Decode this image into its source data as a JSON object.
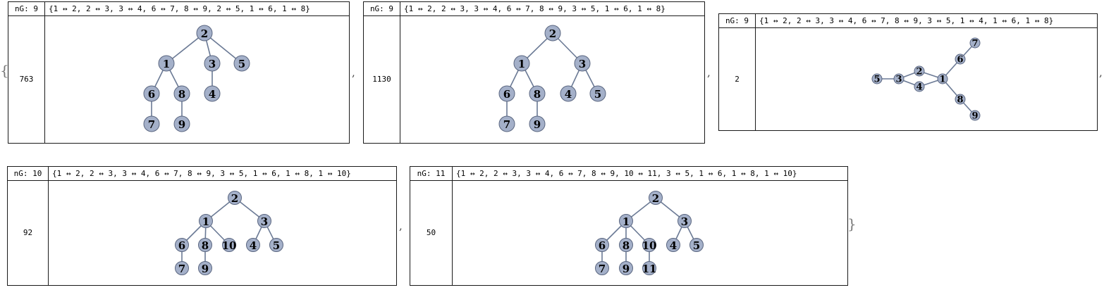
{
  "braces": {
    "open": "{",
    "close": "}"
  },
  "separator": ",",
  "cards": [
    {
      "ng_label": "nG: 9",
      "edges_text": "{1 ↔ 2, 2 ↔ 3, 3 ↔ 4, 6 ↔ 7, 8 ↔ 9, 2 ↔ 5, 1 ↔ 6, 1 ↔ 8}",
      "count": "763",
      "nodes": [
        "1",
        "2",
        "3",
        "4",
        "5",
        "6",
        "7",
        "8",
        "9"
      ],
      "edges": [
        [
          "1",
          "2"
        ],
        [
          "2",
          "3"
        ],
        [
          "3",
          "4"
        ],
        [
          "6",
          "7"
        ],
        [
          "8",
          "9"
        ],
        [
          "2",
          "5"
        ],
        [
          "1",
          "6"
        ],
        [
          "1",
          "8"
        ]
      ]
    },
    {
      "ng_label": "nG: 9",
      "edges_text": "{1 ↔ 2, 2 ↔ 3, 3 ↔ 4, 6 ↔ 7, 8 ↔ 9, 3 ↔ 5, 1 ↔ 6, 1 ↔ 8}",
      "count": "1130",
      "nodes": [
        "1",
        "2",
        "3",
        "4",
        "5",
        "6",
        "7",
        "8",
        "9"
      ],
      "edges": [
        [
          "1",
          "2"
        ],
        [
          "2",
          "3"
        ],
        [
          "3",
          "4"
        ],
        [
          "6",
          "7"
        ],
        [
          "8",
          "9"
        ],
        [
          "3",
          "5"
        ],
        [
          "1",
          "6"
        ],
        [
          "1",
          "8"
        ]
      ]
    },
    {
      "ng_label": "nG: 9",
      "edges_text": "{1 ↔ 2, 2 ↔ 3, 3 ↔ 4, 6 ↔ 7, 8 ↔ 9, 3 ↔ 5, 1 ↔ 4, 1 ↔ 6, 1 ↔ 8}",
      "count": "2",
      "nodes": [
        "1",
        "2",
        "3",
        "4",
        "5",
        "6",
        "7",
        "8",
        "9"
      ],
      "edges": [
        [
          "1",
          "2"
        ],
        [
          "2",
          "3"
        ],
        [
          "3",
          "4"
        ],
        [
          "6",
          "7"
        ],
        [
          "8",
          "9"
        ],
        [
          "3",
          "5"
        ],
        [
          "1",
          "4"
        ],
        [
          "1",
          "6"
        ],
        [
          "1",
          "8"
        ]
      ]
    },
    {
      "ng_label": "nG: 10",
      "edges_text": "{1 ↔ 2, 2 ↔ 3, 3 ↔ 4, 6 ↔ 7, 8 ↔ 9, 3 ↔ 5, 1 ↔ 6, 1 ↔ 8, 1 ↔ 10}",
      "count": "92",
      "nodes": [
        "1",
        "2",
        "3",
        "4",
        "5",
        "6",
        "7",
        "8",
        "9",
        "10"
      ],
      "edges": [
        [
          "1",
          "2"
        ],
        [
          "2",
          "3"
        ],
        [
          "3",
          "4"
        ],
        [
          "6",
          "7"
        ],
        [
          "8",
          "9"
        ],
        [
          "3",
          "5"
        ],
        [
          "1",
          "6"
        ],
        [
          "1",
          "8"
        ],
        [
          "1",
          "10"
        ]
      ]
    },
    {
      "ng_label": "nG: 11",
      "edges_text": "{1 ↔ 2, 2 ↔ 3, 3 ↔ 4, 6 ↔ 7, 8 ↔ 9, 10 ↔ 11, 3 ↔ 5, 1 ↔ 6, 1 ↔ 8, 1 ↔ 10}",
      "count": "50",
      "nodes": [
        "1",
        "2",
        "3",
        "4",
        "5",
        "6",
        "7",
        "8",
        "9",
        "10",
        "11"
      ],
      "edges": [
        [
          "1",
          "2"
        ],
        [
          "2",
          "3"
        ],
        [
          "3",
          "4"
        ],
        [
          "6",
          "7"
        ],
        [
          "8",
          "9"
        ],
        [
          "10",
          "11"
        ],
        [
          "3",
          "5"
        ],
        [
          "1",
          "6"
        ],
        [
          "1",
          "8"
        ],
        [
          "1",
          "10"
        ]
      ]
    }
  ]
}
